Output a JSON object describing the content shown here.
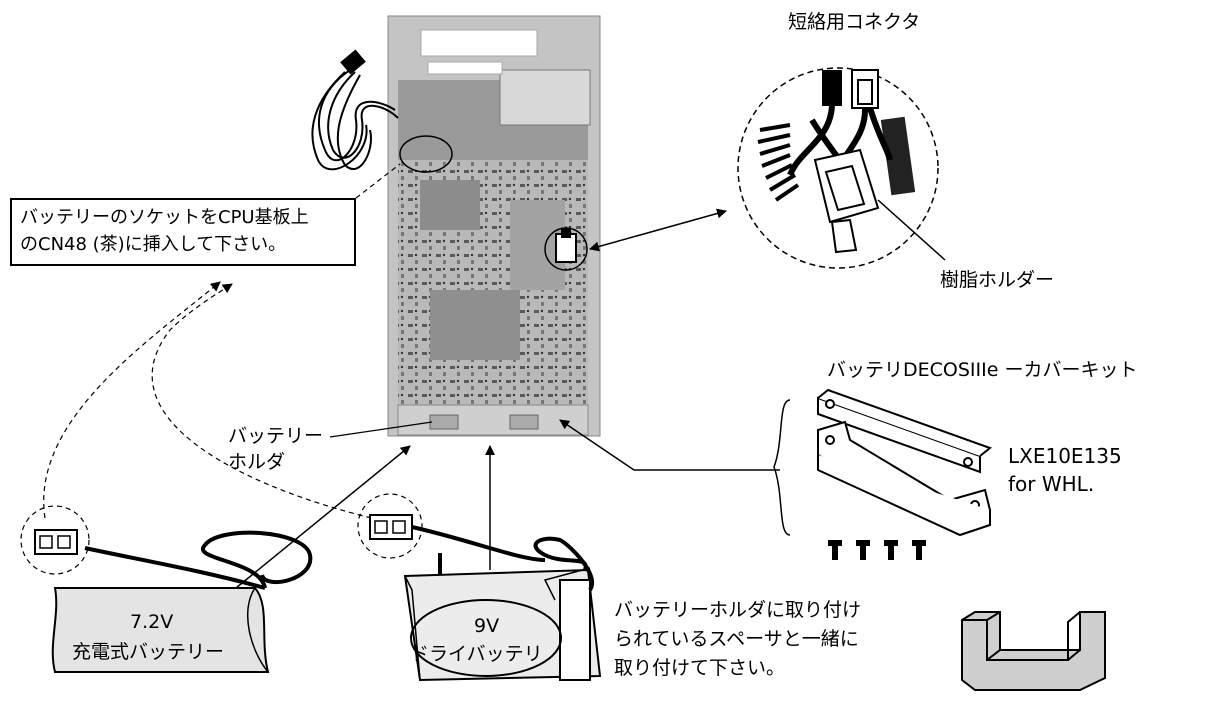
{
  "labels": {
    "short_connector": "短絡用コネクタ",
    "resin_holder": "樹脂ホルダー",
    "cover_kit": "バッテリDECOSIIIe ーカバーキット",
    "part_number": "LXE10E135",
    "for_whl": "for WHL.",
    "battery_holder_1": "バッテリー",
    "battery_holder_2": "ホルダ",
    "instruction_1": "バッテリーのソケットをCPU基板上",
    "instruction_2": "のCN48 (茶)に挿入して下さい。",
    "rechargeable_voltage": "7.2V",
    "rechargeable_name": "充電式バッテリー",
    "dry_voltage": "9V",
    "dry_name": "ドライバッテリ",
    "spacer_note_1": "バッテリーホルダに取り付け",
    "spacer_note_2": "られているスペーサと一緒に",
    "spacer_note_3": "取り付けて下さい。"
  },
  "colors": {
    "ink": "#000000",
    "board_gray": "#b9b9b9",
    "battery_fill": "#e4e4e4",
    "spacer_fill": "#cfcfcf"
  }
}
